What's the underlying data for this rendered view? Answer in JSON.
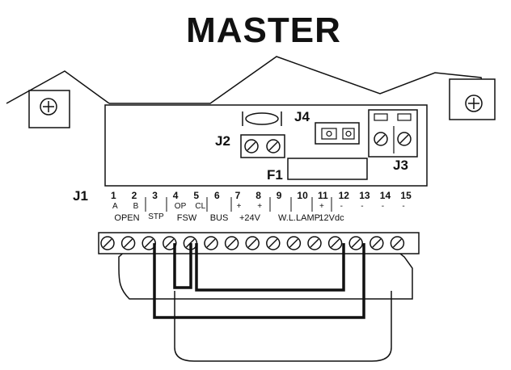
{
  "title": "MASTER",
  "connectors": {
    "j1": "J1",
    "j2": "J2",
    "j3": "J3",
    "j4": "J4",
    "f1": "F1"
  },
  "terminals": [
    {
      "num": "1",
      "sub": "A"
    },
    {
      "num": "2",
      "sub": "B"
    },
    {
      "num": "3",
      "sub": ""
    },
    {
      "num": "4",
      "sub": "OP"
    },
    {
      "num": "5",
      "sub": "CL"
    },
    {
      "num": "6",
      "sub": ""
    },
    {
      "num": "7",
      "sub": "+"
    },
    {
      "num": "8",
      "sub": "+"
    },
    {
      "num": "9",
      "sub": ""
    },
    {
      "num": "10",
      "sub": ""
    },
    {
      "num": "11",
      "sub": "+"
    },
    {
      "num": "12",
      "sub": "-"
    },
    {
      "num": "13",
      "sub": "-"
    },
    {
      "num": "14",
      "sub": "-"
    },
    {
      "num": "15",
      "sub": "-"
    }
  ],
  "groups": {
    "open": "OPEN",
    "stp": "STP",
    "fsw": "FSW",
    "bus": "BUS",
    "v24": "+24V",
    "wl": "W.L.",
    "lamp": "LAMP",
    "v12": "12Vdc"
  },
  "icons": {
    "mount_screw": "crosshair-screw-icon",
    "terminal_screw": "slotted-screw-icon",
    "crystal": "crystal-icon"
  },
  "colors": {
    "line": "#111111",
    "background": "#ffffff"
  }
}
